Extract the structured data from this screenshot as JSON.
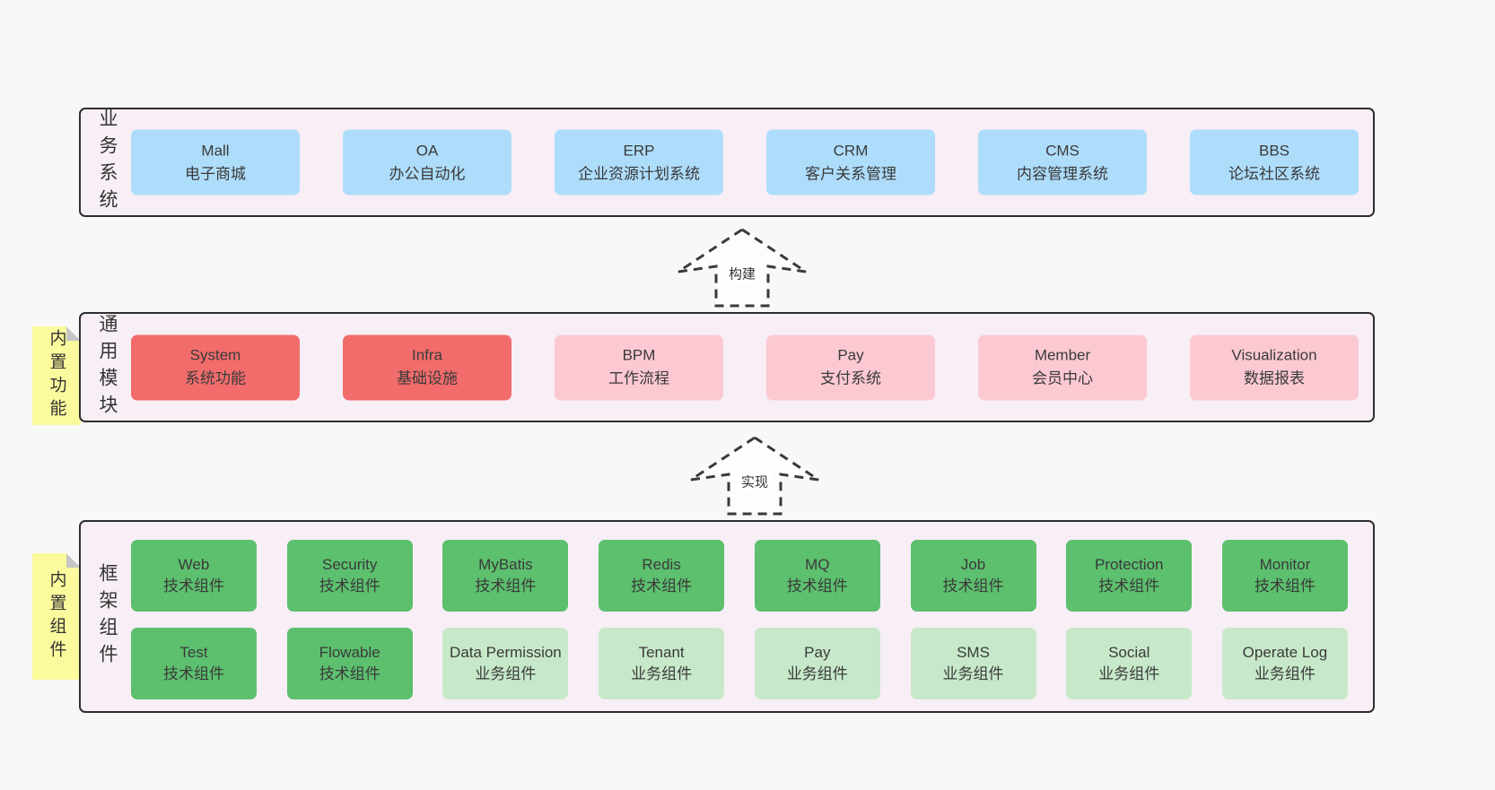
{
  "diagram": {
    "sections": [
      {
        "id": "business",
        "label": "业务系统",
        "items": [
          {
            "name": "Mall",
            "desc": "电子商城"
          },
          {
            "name": "OA",
            "desc": "办公自动化"
          },
          {
            "name": "ERP",
            "desc": "企业资源计划系统"
          },
          {
            "name": "CRM",
            "desc": "客户关系管理"
          },
          {
            "name": "CMS",
            "desc": "内容管理系统"
          },
          {
            "name": "BBS",
            "desc": "论坛社区系统"
          }
        ]
      },
      {
        "id": "modules",
        "label": "通用模块",
        "tag": "内置功能",
        "items": [
          {
            "name": "System",
            "desc": "系统功能",
            "variant": "core"
          },
          {
            "name": "Infra",
            "desc": "基础设施",
            "variant": "core"
          },
          {
            "name": "BPM",
            "desc": "工作流程",
            "variant": "optional"
          },
          {
            "name": "Pay",
            "desc": "支付系统",
            "variant": "optional"
          },
          {
            "name": "Member",
            "desc": "会员中心",
            "variant": "optional"
          },
          {
            "name": "Visualization",
            "desc": "数据报表",
            "variant": "optional"
          }
        ]
      },
      {
        "id": "components",
        "label": "框架组件",
        "tag": "内置组件",
        "rows": [
          [
            {
              "name": "Web",
              "desc": "技术组件",
              "variant": "tech"
            },
            {
              "name": "Security",
              "desc": "技术组件",
              "variant": "tech"
            },
            {
              "name": "MyBatis",
              "desc": "技术组件",
              "variant": "tech"
            },
            {
              "name": "Redis",
              "desc": "技术组件",
              "variant": "tech"
            },
            {
              "name": "MQ",
              "desc": "技术组件",
              "variant": "tech"
            },
            {
              "name": "Job",
              "desc": "技术组件",
              "variant": "tech"
            },
            {
              "name": "Protection",
              "desc": "技术组件",
              "variant": "tech"
            },
            {
              "name": "Monitor",
              "desc": "技术组件",
              "variant": "tech"
            }
          ],
          [
            {
              "name": "Test",
              "desc": "技术组件",
              "variant": "tech"
            },
            {
              "name": "Flowable",
              "desc": "技术组件",
              "variant": "tech"
            },
            {
              "name": "Data Permission",
              "desc": "业务组件",
              "variant": "biz"
            },
            {
              "name": "Tenant",
              "desc": "业务组件",
              "variant": "biz"
            },
            {
              "name": "Pay",
              "desc": "业务组件",
              "variant": "biz"
            },
            {
              "name": "SMS",
              "desc": "业务组件",
              "variant": "biz"
            },
            {
              "name": "Social",
              "desc": "业务组件",
              "variant": "biz"
            },
            {
              "name": "Operate Log",
              "desc": "业务组件",
              "variant": "biz"
            }
          ]
        ]
      }
    ],
    "arrows": [
      {
        "label": "构建"
      },
      {
        "label": "实现"
      }
    ],
    "colors": {
      "page_bg": "#f8f8f8",
      "section_bg": "#f8eef6",
      "section_border": "#2e2e2e",
      "business_box": "#aeddfb",
      "core_module_box": "#f26c6c",
      "optional_module_box": "#fcc9d3",
      "tech_component_box": "#5cc06e",
      "biz_component_box": "#c7e9c9",
      "sticky_tag": "#fbfa9d",
      "text": "#3a3a3a"
    }
  }
}
